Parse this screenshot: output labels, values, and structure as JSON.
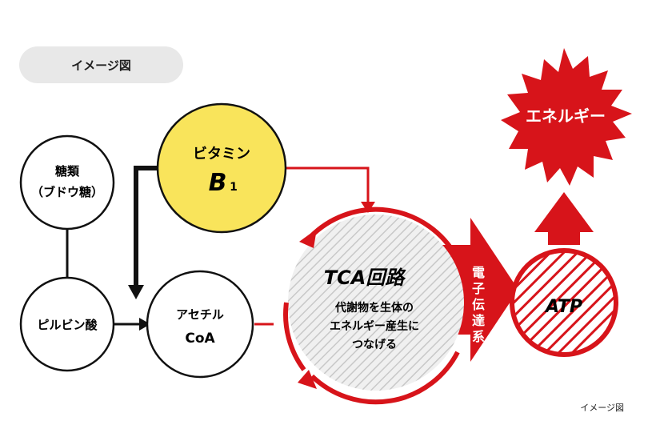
{
  "header_badge": "イメージ図",
  "caption": "イメージ図",
  "nodes": {
    "sugar": {
      "line1": "糖類",
      "line2": "（ブドウ糖）"
    },
    "vitamin": {
      "line1": "ビタミン",
      "line2": "B",
      "sub": "1"
    },
    "pyruvate": {
      "label": "ピルビン酸"
    },
    "acetyl": {
      "line1": "アセチル",
      "line2": "CoA"
    },
    "tca": {
      "title": "TCA回路",
      "desc1": "代謝物を生体の",
      "desc2": "エネルギー産生に",
      "desc3": "つなげる"
    },
    "electron": {
      "label": "電子伝達系"
    },
    "atp": {
      "label": "ATP"
    },
    "energy": {
      "label": "エネルギー"
    }
  },
  "colors": {
    "red": "#d7141a",
    "yellow": "#f9e45b",
    "black": "#111111",
    "gray": "#e8e8e8"
  }
}
